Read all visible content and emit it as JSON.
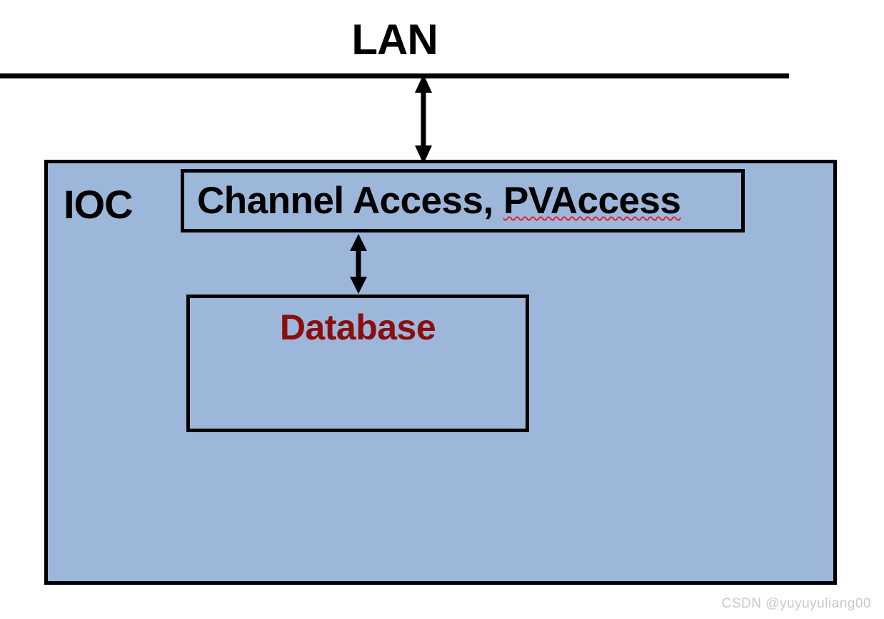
{
  "diagram": {
    "network": {
      "label": "LAN"
    },
    "ioc": {
      "label": "IOC"
    },
    "channel_access": {
      "label_plain": "Channel Access, ",
      "label_spellchecked": "PVAccess",
      "full_label": "Channel Access, PVAccess"
    },
    "database": {
      "label": "Database"
    },
    "connectors": {
      "lan_to_ioc": "double-headed-vertical-arrow",
      "ca_to_database": "double-headed-vertical-arrow"
    },
    "colors": {
      "box_fill": "#9db7db",
      "box_stroke": "#000000",
      "database_text": "#8b0d0d",
      "spellcheck_underline": "#e8212a",
      "watermark_text": "#c9c9c9",
      "page_background": "#ffffff"
    }
  },
  "watermark": {
    "text": "CSDN @yuyuyuliang00"
  }
}
